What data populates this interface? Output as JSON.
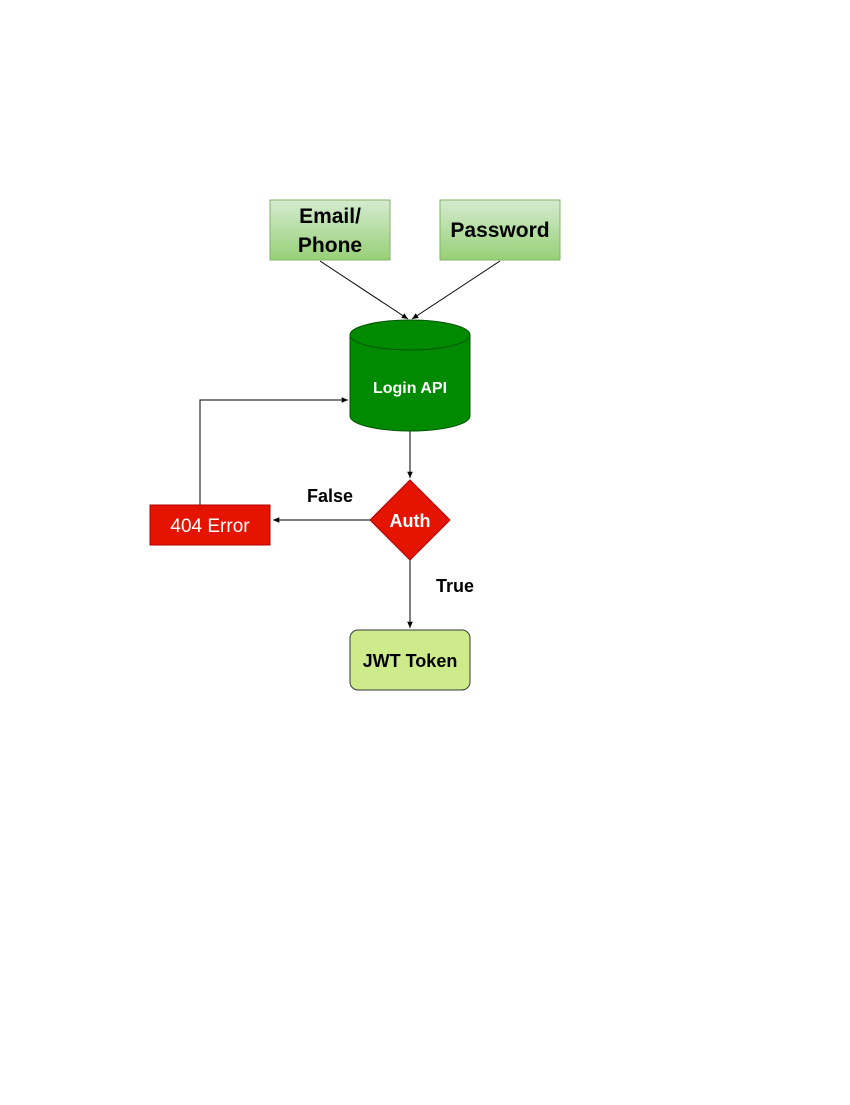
{
  "diagram": {
    "nodes": {
      "email_phone": {
        "label_line1": "Email/",
        "label_line2": "Phone"
      },
      "password": {
        "label": "Password"
      },
      "login_api": {
        "label": "Login API"
      },
      "auth": {
        "label": "Auth"
      },
      "error": {
        "label": "404 Error"
      },
      "jwt_token": {
        "label": "JWT Token"
      }
    },
    "edges": {
      "false_label": "False",
      "true_label": "True"
    },
    "colors": {
      "input_fill_top": "#d5ebd0",
      "input_fill_bottom": "#97d077",
      "input_border": "#82b366",
      "database_fill": "#008a00",
      "database_border": "#005700",
      "decision_fill": "#e51400",
      "decision_border": "#b20000",
      "error_fill": "#e51400",
      "error_border": "#b20000",
      "token_fill": "#cdeb8b",
      "token_border": "#36393d",
      "edge": "#000000"
    }
  }
}
